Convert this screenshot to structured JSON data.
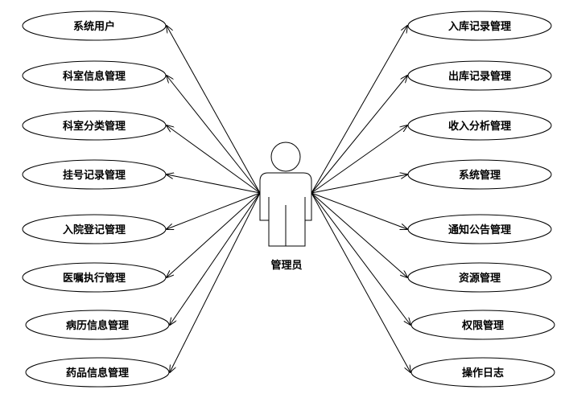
{
  "actor": {
    "label": "管理员"
  },
  "left_use_cases": [
    "系统用户",
    "科室信息管理",
    "科室分类管理",
    "挂号记录管理",
    "入院登记管理",
    "医嘱执行管理",
    "病历信息管理",
    "药品信息管理"
  ],
  "right_use_cases": [
    "入库记录管理",
    "出库记录管理",
    "收入分析管理",
    "系统管理",
    "通知公告管理",
    "资源管理",
    "权限管理",
    "操作日志"
  ],
  "colors": {
    "stroke": "#000000",
    "fill": "#ffffff"
  }
}
